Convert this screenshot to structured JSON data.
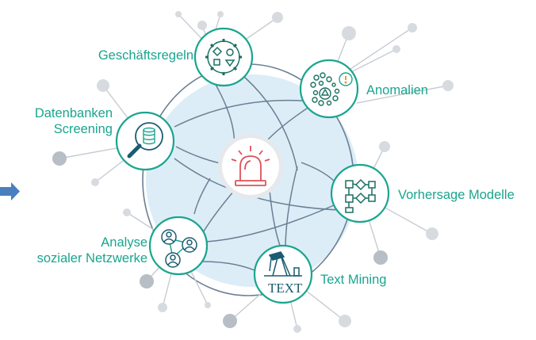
{
  "diagram": {
    "center": {
      "icon": "alarm-siren-icon"
    },
    "nodes": [
      {
        "key": "rules",
        "label_lines": [
          "Geschäftsregeln"
        ],
        "icon": "gear-shapes-icon"
      },
      {
        "key": "anomalies",
        "label_lines": [
          "Anomalien"
        ],
        "icon": "anomaly-cluster-icon"
      },
      {
        "key": "databases",
        "label_lines": [
          "Datenbanken",
          "Screening"
        ],
        "icon": "database-search-icon"
      },
      {
        "key": "models",
        "label_lines": [
          "Vorhersage Modelle"
        ],
        "icon": "flowchart-icon"
      },
      {
        "key": "social",
        "label_lines": [
          "Analyse",
          "sozialer Netzwerke"
        ],
        "icon": "social-network-icon"
      },
      {
        "key": "textmining",
        "label_lines": [
          "Text Mining"
        ],
        "icon": "oil-pump-text-icon",
        "icon_text": "TEXT"
      }
    ],
    "colors": {
      "accent": "#1aa58e",
      "circle_fill": "#dcedf7",
      "lines": "#6b7f93",
      "satellite_dots": "#d7dbe0",
      "alarm": "#e0505a",
      "arrow": "#4a7fbf"
    }
  }
}
